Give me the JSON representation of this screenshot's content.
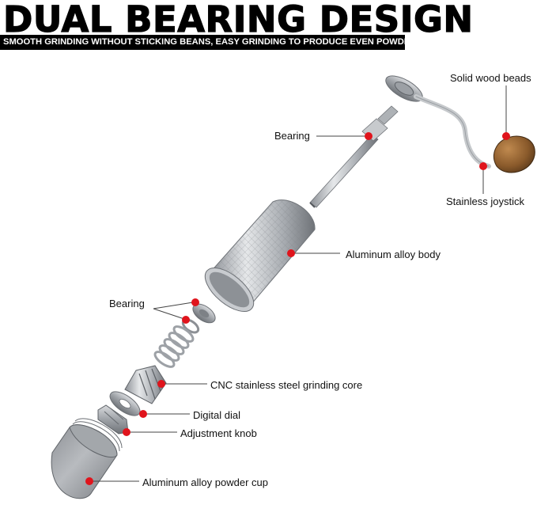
{
  "header": {
    "title": "DUAL BEARING DESIGN",
    "subtitle": "SMOOTH GRINDING WITHOUT STICKING BEANS, EASY GRINDING TO PRODUCE EVEN POWDER"
  },
  "callouts": {
    "solid_wood_beads": "Solid wood beads",
    "bearing_top": "Bearing",
    "stainless_joystick": "Stainless joystick",
    "aluminum_body": "Aluminum alloy body",
    "bearing_lower": "Bearing",
    "grinding_core": "CNC stainless steel grinding core",
    "digital_dial": "Digital dial",
    "adjustment_knob": "Adjustment knob",
    "powder_cup": "Aluminum alloy powder cup"
  },
  "colors": {
    "marker": "#e0141c",
    "leader": "#444444",
    "wood": "#8a5a2b",
    "metal": "#b9bcc0"
  }
}
